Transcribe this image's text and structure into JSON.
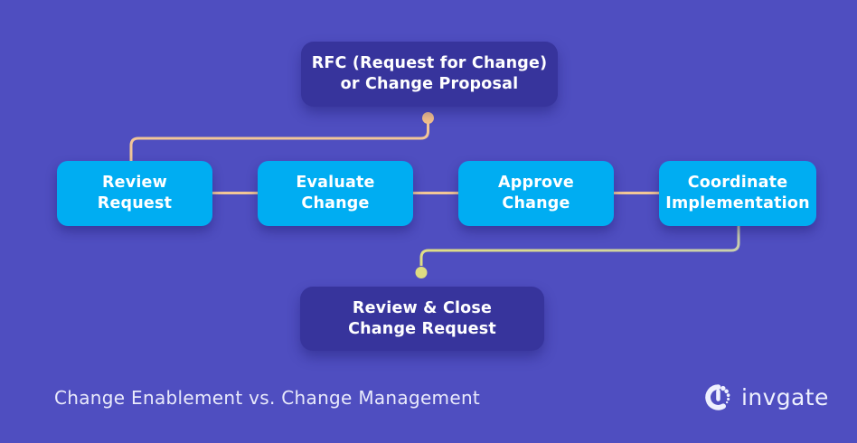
{
  "colors": {
    "background": "#4f4ec0",
    "node_dark": "#37349c",
    "node_cyan": "#00adf2",
    "text": "#ffffff",
    "caption_text": "#e9eafb",
    "connector_peach": "#f2c697",
    "connector_dot_peach": "#f6c28c",
    "connector_khaki_start": "#c9cfad",
    "connector_khaki_end": "#e0de85",
    "connector_dot_khaki": "#dedc82",
    "logo_text": "#eef0fe"
  },
  "flowchart": {
    "start_node": {
      "line1": "RFC (Request for Change)",
      "line2": "or Change Proposal"
    },
    "process_nodes": [
      {
        "line1": "Review",
        "line2": "Request"
      },
      {
        "line1": "Evaluate",
        "line2": "Change"
      },
      {
        "line1": "Approve",
        "line2": "Change"
      },
      {
        "line1": "Coordinate",
        "line2": "Implementation"
      }
    ],
    "end_node": {
      "line1": "Review & Close",
      "line2": "Change Request"
    }
  },
  "caption": "Change Enablement vs. Change Management",
  "logo": {
    "wordmark": "invgate",
    "icon": "invgate-circle-icon"
  }
}
